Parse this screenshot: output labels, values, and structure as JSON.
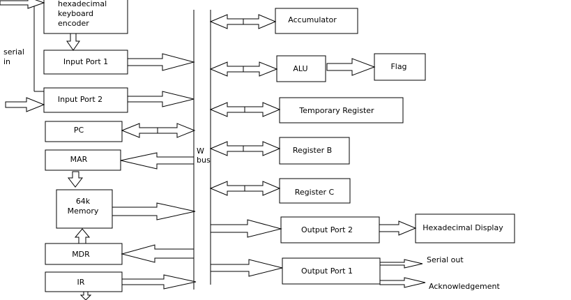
{
  "blocks": {
    "keyboard_encoder": [
      "hexadecimal",
      "keyboard",
      "encoder"
    ],
    "input_port_1": "Input Port 1",
    "input_port_2": "Input Port 2",
    "pc": "PC",
    "mar": "MAR",
    "memory": [
      "64k",
      "Memory"
    ],
    "mdr": "MDR",
    "ir": "IR",
    "accumulator": "Accumulator",
    "alu": "ALU",
    "flag": "Flag",
    "temporary_register": "Temporary Register",
    "register_b": "Register B",
    "register_c": "Register C",
    "output_port_2": "Output Port 2",
    "hexadecimal_display": "Hexadecimal Display",
    "output_port_1": "Output Port 1"
  },
  "labels": {
    "serial_in": [
      "serial",
      "in"
    ],
    "w_bus": [
      "W",
      "bus"
    ],
    "serial_out": "Serial out",
    "acknowledgement": "Acknowledgement"
  }
}
